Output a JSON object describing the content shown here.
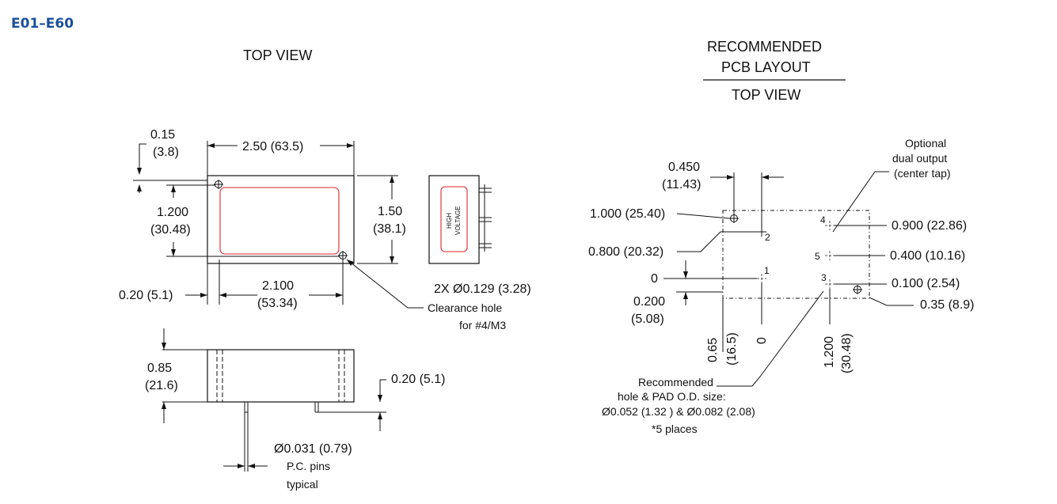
{
  "header": {
    "model": "E01–E60",
    "brand_color": "#1a4f9c"
  },
  "left": {
    "title": "TOP VIEW",
    "dim_015": "0.15",
    "dim_015_mm": "(3.8)",
    "dim_250": "2.50 (63.5)",
    "dim_1200": "1.200",
    "dim_1200_mm": "(30.48)",
    "dim_150": "1.50",
    "dim_150_mm": "(38.1)",
    "dim_020": "0.20 (5.1)",
    "dim_2100": "2.100",
    "dim_2100_mm": "(53.34)",
    "hole_spec": "2X Ø0.129 (3.28)",
    "clearance_1": "Clearance hole",
    "clearance_2": "for #4/M3",
    "side_label_1": "HIGH",
    "side_label_2": "VOLTAGE",
    "accent_color": "#d9262b",
    "dim_085": "0.85",
    "dim_085_mm": "(21.6)",
    "dim_pin_len": "0.20 (5.1)",
    "pin_dia": "Ø0.031 (0.79)",
    "pins_1": "P.C. pins",
    "pins_2": "typical"
  },
  "right": {
    "title_1": "RECOMMENDED",
    "title_2": "PCB  LAYOUT",
    "title_3": "TOP VIEW",
    "optional_1": "Optional",
    "optional_2": "dual output",
    "optional_3": "(center tap)",
    "dim_0450": "0.450",
    "dim_0450_mm": "(11.43)",
    "dim_1000": "1.000 (25.40)",
    "dim_0800": "0.800 (20.32)",
    "dim_0": "0",
    "dim_0200": "0.200",
    "dim_0200_mm": "(5.08)",
    "dim_0900": "0.900 (22.86)",
    "dim_0400": "0.400 (10.16)",
    "dim_0100": "0.100 (2.54)",
    "dim_035": "0.35 (8.9)",
    "pin_1": "1",
    "pin_2": "2",
    "pin_3": "3",
    "pin_4": "4",
    "pin_5": "5",
    "v_065": "0.65",
    "v_065_mm": "(16.5)",
    "v_0": "0",
    "v_1200": "1.200",
    "v_1200_mm": "(30.48)",
    "rec_1": "Recommended",
    "rec_2": "hole & PAD O.D. size:",
    "rec_3": "Ø0.052 (1.32 ) & Ø0.082 (2.08)",
    "rec_4": "*5 places"
  }
}
